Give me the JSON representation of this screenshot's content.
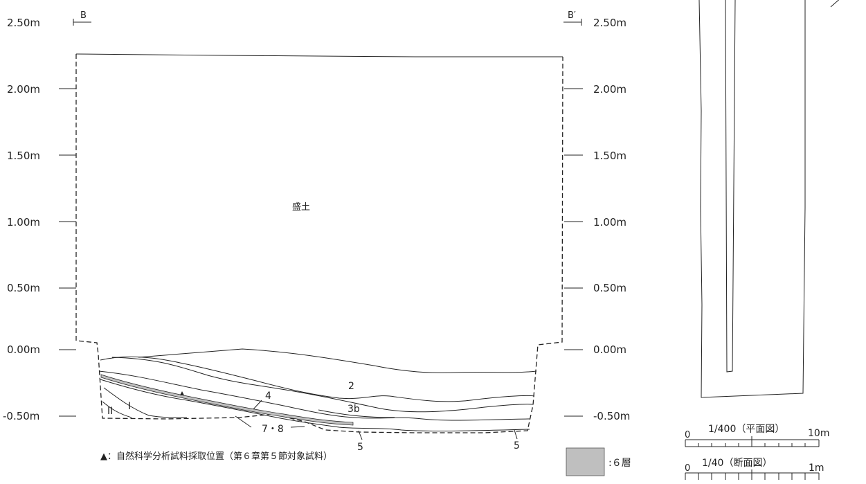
{
  "elevation_labels": [
    "2.50m",
    "2.00m",
    "1.50m",
    "1.00m",
    "0.50m",
    "0.00m",
    "-0.50m"
  ],
  "section_marks": {
    "left": "B",
    "right": "B′"
  },
  "fill_label": "盛土",
  "layer_labels": {
    "l2": "2",
    "l3b": "3b",
    "l4": "4",
    "l78": "7・8",
    "l5a": "5",
    "l5b": "5",
    "lI": "I",
    "lII": "II"
  },
  "note": "▲：自然科学分析試料採取位置（第６章第５節対象試料）",
  "legend": {
    "swatch_color": "#bfbfbf",
    "label": ":６層"
  },
  "scales": {
    "plan": {
      "zero": "0",
      "ratio": "1/400（平面図）",
      "end": "10m"
    },
    "section": {
      "zero": "0",
      "ratio": "1/40（断面図）",
      "end": "1m"
    }
  },
  "colors": {
    "layer6": "#bfbfbf",
    "line": "#222222"
  }
}
